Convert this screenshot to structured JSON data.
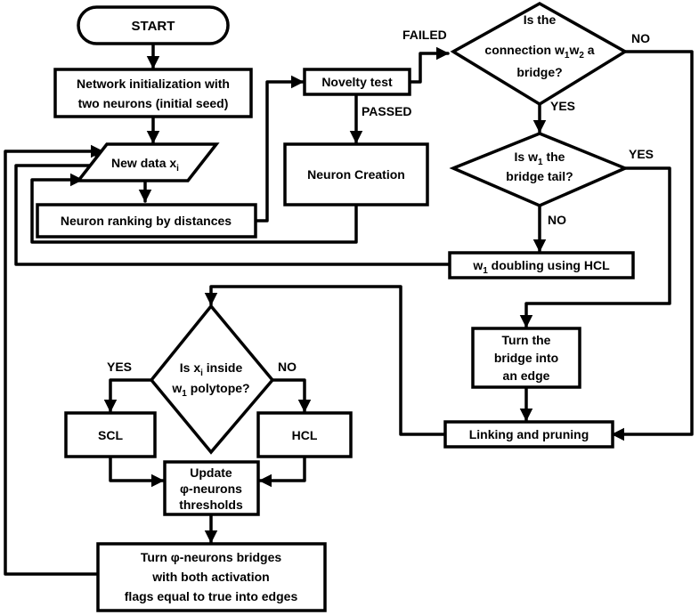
{
  "nodes": {
    "start": "START",
    "init": [
      "Network initialization with",
      "two neurons (initial seed)"
    ],
    "new_data": {
      "text": "New data x",
      "sub": "i"
    },
    "ranking": "Neuron ranking by distances",
    "novelty": "Novelty test",
    "creation": "Neuron Creation",
    "bridge_q": {
      "line1": "Is the",
      "line2_pre": "connection  w",
      "line2_sub1": "1",
      "line2_mid": "w",
      "line2_sub2": "2",
      "line2_post": " a",
      "line3": "bridge?"
    },
    "tail_q": {
      "line1_pre": "Is w",
      "line1_sub": "1",
      "line1_post": " the",
      "line2": "bridge tail?"
    },
    "doubling": {
      "pre": "w",
      "sub": "1",
      "post": " doubling using HCL"
    },
    "edge_box": [
      "Turn the",
      "bridge into",
      "an edge"
    ],
    "linking": "Linking and pruning",
    "inside_q": {
      "line1_pre": "Is x",
      "line1_sub": "i",
      "line1_post": " inside",
      "line2_pre": "w",
      "line2_sub": "1",
      "line2_post": " polytope?"
    },
    "scl": "SCL",
    "hcl": "HCL",
    "update": [
      "Update",
      "φ-neurons",
      "thresholds"
    ],
    "turn_phi": [
      "Turn φ-neurons bridges",
      "with both activation",
      "flags equal to true into edges"
    ]
  },
  "labels": {
    "failed": "FAILED",
    "passed": "PASSED",
    "no_bridge": "NO",
    "yes_bridge": "YES",
    "yes_tail": "YES",
    "no_tail": "NO",
    "yes_inside": "YES",
    "no_inside": "NO"
  }
}
